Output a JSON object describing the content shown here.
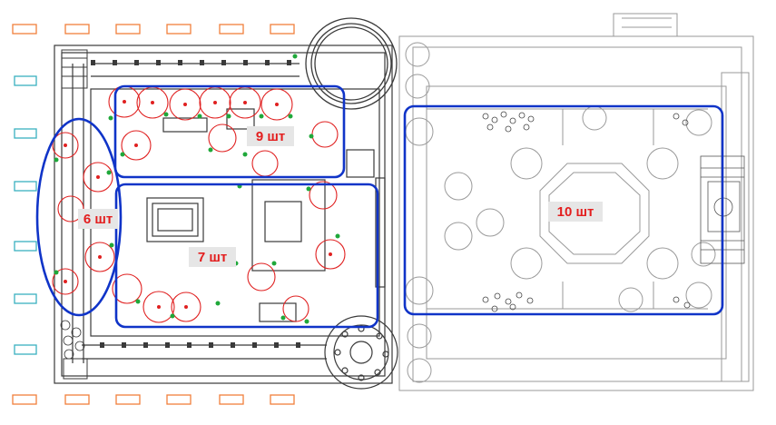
{
  "zones": [
    {
      "id": "left-oval",
      "label": "6 шт"
    },
    {
      "id": "top-rect",
      "label": "9 шт"
    },
    {
      "id": "middle-rect",
      "label": "7 шт"
    },
    {
      "id": "right-rect",
      "label": "10 шт"
    }
  ],
  "colors": {
    "zone_outline": "#1034c8",
    "label_text": "#e31e1e",
    "label_background": "#e6e6e6",
    "tree_circle": "#e02020",
    "dot_green": "#1fa83a",
    "dot_red": "#e02020",
    "lamp_orange": "#f07f3c",
    "lamp_cyan": "#3ab0c0",
    "plan_lines": "#3a3a3a",
    "plan_light": "#9a9a9a"
  }
}
